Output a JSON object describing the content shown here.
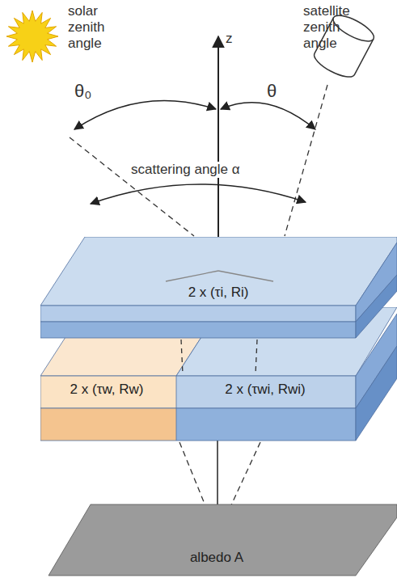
{
  "diagram": {
    "nodes": [
      {
        "text": [
          "2 x (τi, Ri)"
        ]
      },
      {
        "text": [
          "2 x (τw, Rw)"
        ]
      },
      {
        "text": [
          "2 x (τwi, Rwi)"
        ]
      },
      {
        "text": [
          "albedo A"
        ]
      }
    ],
    "labels": [
      "solar zenith angle",
      "satellite zenith angle",
      "θ₀",
      "θ",
      "z",
      "scattering angle α"
    ]
  }
}
